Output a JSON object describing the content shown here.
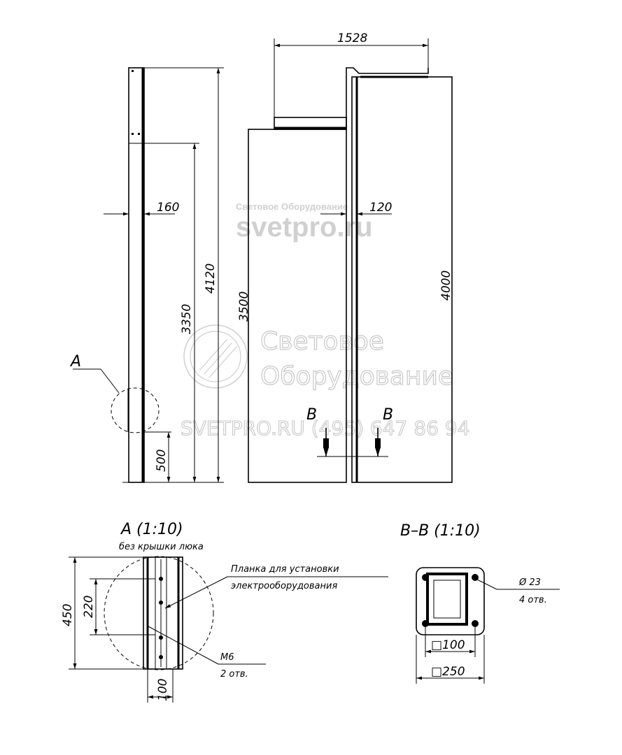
{
  "watermark": {
    "brand_small": "Световое Оборудование",
    "brand_domain": "svetpro.ru",
    "brand_line1": "Световое",
    "brand_line2": "Оборудование",
    "contact": "SVETPRO.RU   (495) 647 86 94"
  },
  "side_view": {
    "dim_width": "160",
    "dim_height_total": "4120",
    "dim_height_hatch": "3350",
    "dim_hatch_height": "500",
    "callout_label": "A"
  },
  "front_view": {
    "dim_arm": "1528",
    "dim_width": "120",
    "dim_height_left": "3500",
    "dim_height_right": "4000",
    "section_left": "B",
    "section_right": "B"
  },
  "detail_a": {
    "title": "A  (1:10)",
    "subtitle": "без крышки люка",
    "dim_450": "450",
    "dim_220": "220",
    "dim_100": "100",
    "note_line1": "Планка для установки",
    "note_line2": "электрооборудования",
    "bolt_line1": "M6",
    "bolt_line2": "2 отв."
  },
  "detail_b": {
    "title": "B–B  (1:10)",
    "hole_line1": "Ø 23",
    "hole_line2": "4 отв.",
    "dim_inner": "□100",
    "dim_outer": "□250"
  }
}
